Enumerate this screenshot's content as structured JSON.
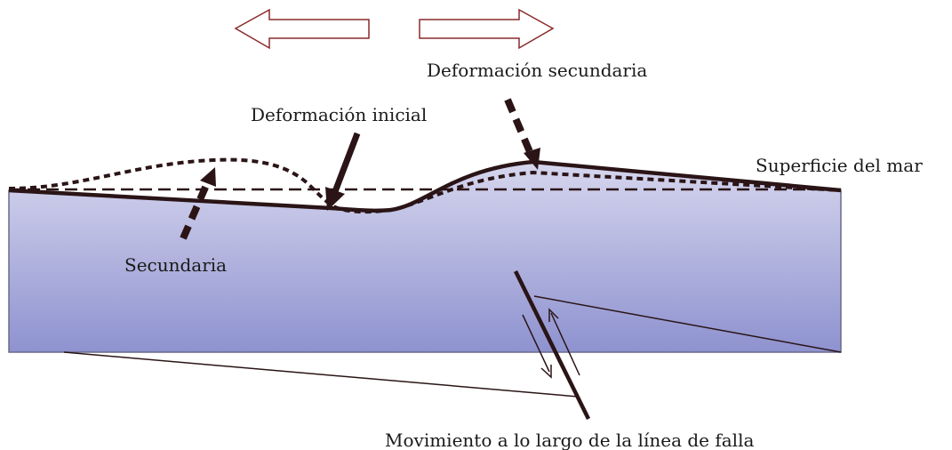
{
  "labels": {
    "secondary_deformation": "Deformación secundaria",
    "initial_deformation": "Deformación inicial",
    "sea_surface": "Superficie del mar",
    "secondary": "Secundaria",
    "fault_movement": "Movimiento a lo largo de la línea de falla"
  },
  "colors": {
    "water_top": "#d6d6ee",
    "water_bottom": "#8e92cf",
    "water_edge": "#6a6a8a",
    "line": "#2a1416",
    "arrow_outline": "#8a2a2a"
  }
}
